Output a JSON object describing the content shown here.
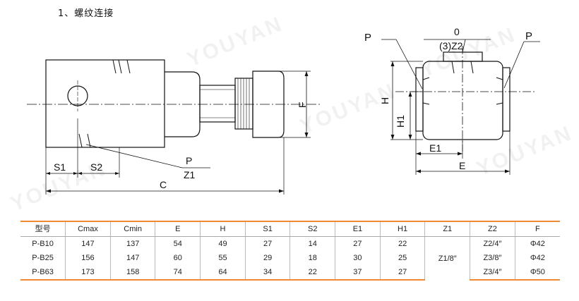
{
  "heading": "1、螺纹连接",
  "watermark": "YOUYAN",
  "side_view": {
    "labels": {
      "s1": "S1",
      "s2": "S2",
      "p": "P",
      "z1": "Z1",
      "c": "C",
      "f": "F"
    }
  },
  "end_view": {
    "labels": {
      "p_left": "P",
      "o": "0",
      "z2": "(3)Z2",
      "p_right": "P",
      "h": "H",
      "h1": "H1",
      "e1": "E1",
      "e": "E"
    }
  },
  "table": {
    "headers": [
      "型号",
      "Cmax",
      "Cmin",
      "E",
      "H",
      "S1",
      "S2",
      "E1",
      "H1",
      "Z1",
      "Z2",
      "F"
    ],
    "rows": [
      [
        "P-B10",
        "147",
        "137",
        "54",
        "49",
        "27",
        "14",
        "27",
        "22",
        "Z2/4″",
        "Φ42"
      ],
      [
        "P-B25",
        "156",
        "147",
        "60",
        "55",
        "29",
        "18",
        "30",
        "25",
        "Z3/8″",
        "Φ42"
      ],
      [
        "P-B63",
        "173",
        "158",
        "74",
        "64",
        "34",
        "22",
        "37",
        "27",
        "Z3/4″",
        "Φ50"
      ]
    ],
    "shared_z1": "Z1/8″"
  }
}
